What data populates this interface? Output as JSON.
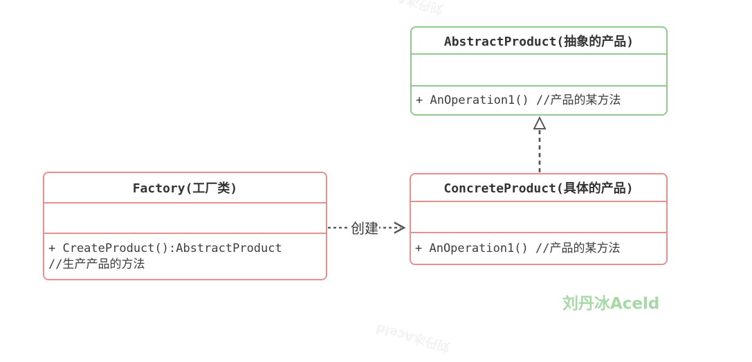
{
  "diagram": {
    "classes": [
      {
        "id": "abstract_product",
        "title": "AbstractProduct(抽象的产品)",
        "attributes": "",
        "methods": [
          "+ AnOperation1() //产品的某方法"
        ]
      },
      {
        "id": "factory",
        "title": "Factory(工厂类)",
        "attributes": "",
        "methods": [
          "+ CreateProduct():AbstractProduct",
          "//生产产品的方法"
        ]
      },
      {
        "id": "concrete_product",
        "title": "ConcreteProduct(具体的产品)",
        "attributes": "",
        "methods": [
          "+ AnOperation1() //产品的某方法"
        ]
      }
    ],
    "relations": [
      {
        "type": "dependency-dashed-open-arrow",
        "from": "factory",
        "to": "concrete_product",
        "label": "创建"
      },
      {
        "type": "realization-dashed-hollow-triangle",
        "from": "concrete_product",
        "to": "abstract_product",
        "label": ""
      }
    ],
    "colors": {
      "abstract_border_green": "#8dcb8d",
      "concrete_border_red": "#e88e8e",
      "factory_border_red": "#e88e8e",
      "text": "#3d3d3d",
      "arrow_gray": "#58595b",
      "signature_green": "#a6d9a6",
      "faint_watermark": "#f2f2f2",
      "background": "#ffffff"
    },
    "signature": "刘丹冰Aceld",
    "faint_watermark_text": "刘丹冰Aceld"
  }
}
